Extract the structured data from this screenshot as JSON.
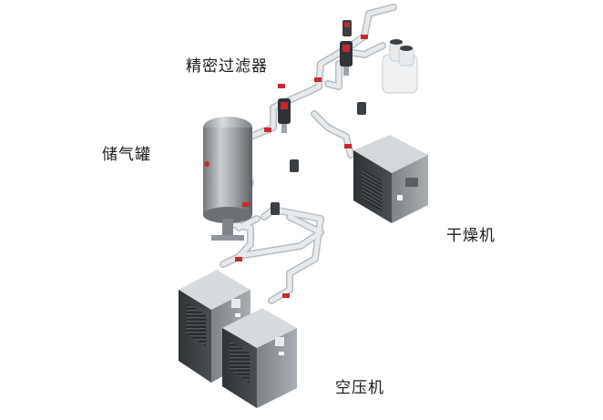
{
  "labels": {
    "precision_filter": "精密过滤器",
    "air_tank": "储气罐",
    "dryer": "干燥机",
    "compressor": "空压机"
  },
  "colors": {
    "pipe": "#dfe3e6",
    "pipe_edge": "#b9bfc4",
    "cabinet_dark": "#3b3e42",
    "cabinet_light": "#8b9095",
    "valve_red": "#c8282d",
    "tank": "#9ea4a9"
  }
}
